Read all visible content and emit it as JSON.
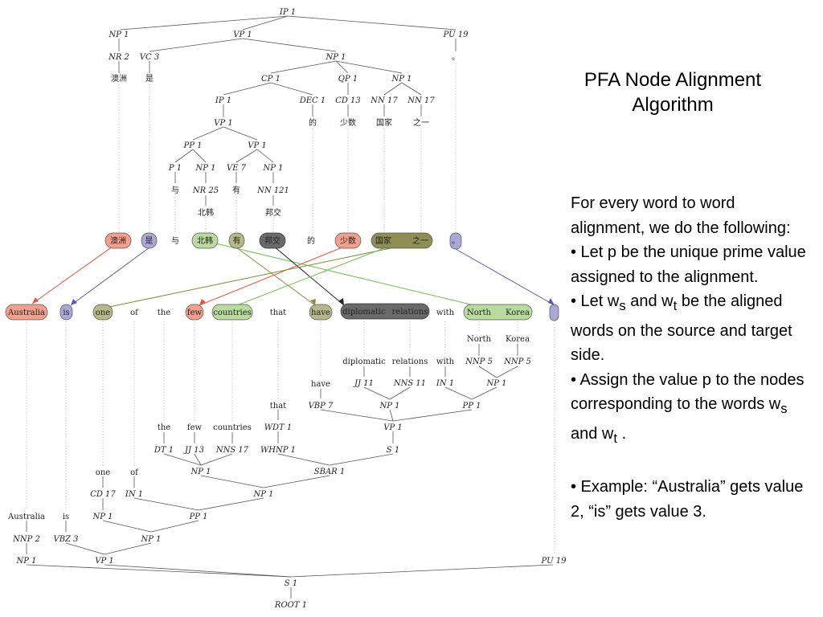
{
  "slide": {
    "title": "PFA Node Alignment Algorithm",
    "intro": "For every word to word alignment, we do the following:",
    "bullet1": "• Let p be the unique prime value assigned to the alignment.",
    "bullet2_pre": "• Let w",
    "bullet2_s": "s",
    "bullet2_mid": " and w",
    "bullet2_t": "t",
    "bullet2_post": " be the aligned words on the source and target side.",
    "bullet3_pre": "• Assign the value p to the nodes corresponding to the words w",
    "bullet3_s": "s",
    "bullet3_mid": " and w",
    "bullet3_t": "t",
    "bullet3_post": " .",
    "example": "• Example: “Australia” gets value 2, “is” gets value 3."
  },
  "source_tree": {
    "labels": {
      "ip": "IP 1",
      "np_a": "NP 1",
      "vp_a": "VP 1",
      "pu19": "PU 19",
      "nr2": "NR 2",
      "vc3": "VC 3",
      "np_b": "NP 1",
      "cp": "CP 1",
      "qp": "QP 1",
      "np_c": "NP 1",
      "ip2": "IP 1",
      "dec": "DEC 1",
      "cd13": "CD 13",
      "nn17a": "NN 17",
      "nn17b": "NN 17",
      "vp_b": "VP 1",
      "pp": "PP 1",
      "vp_c": "VP 1",
      "p": "P 1",
      "np_d": "NP 1",
      "ve7": "VE 7",
      "np_e": "NP 1",
      "nr25": "NR 25",
      "nn121": "NN 121"
    },
    "words": {
      "aozhou": "澳洲",
      "shi": "是",
      "yu": "与",
      "beihan": "北韩",
      "you": "有",
      "bangjiao": "邦交",
      "de": "的",
      "shaoshu": "少数",
      "guojia": "国家",
      "zhiyi": "之一",
      "period": "。"
    }
  },
  "target_words": {
    "australia": "Australia",
    "is": "is",
    "one": "one",
    "of": "of",
    "the": "the",
    "few": "few",
    "countries": "countries",
    "that": "that",
    "have": "have",
    "diplomatic": "diplomatic",
    "relations": "relations",
    "with": "with",
    "north": "North",
    "korea": "Korea"
  },
  "target_tree": {
    "labels": {
      "nnp5a": "NNP 5",
      "nnp5b": "NNP 5",
      "jj11": "JJ 11",
      "nns11": "NNS 11",
      "in1a": "IN 1",
      "np_k": "NP 1",
      "vbp7": "VBP 7",
      "np_dr": "NP 1",
      "pp_w": "PP 1",
      "wdt1": "WDT 1",
      "vp_t": "VP 1",
      "dt1": "DT 1",
      "jj13": "JJ 13",
      "nns17": "NNS 17",
      "whnp": "WHNP 1",
      "s_t": "S 1",
      "cd17": "CD 17",
      "in1b": "IN 1",
      "np_f": "NP 1",
      "sbar": "SBAR 1",
      "np_o": "NP 1",
      "np_one": "NP 1",
      "pp_of": "PP 1",
      "nnp2": "NNP 2",
      "vbz3": "VBZ 3",
      "np_top": "NP 1",
      "np_au": "NP 1",
      "vp_is": "VP 1",
      "pu19": "PU 19",
      "s1": "S 1",
      "root": "ROOT 1"
    }
  },
  "colors": {
    "pink_fill": "#f0a08c",
    "pink_line": "#e8553a",
    "blue_fill": "#a9a9d8",
    "blue_line": "#5a5aa8",
    "olive_fill": "#b7b889",
    "olive_line": "#8c8c46",
    "green_fill": "#b9dba0",
    "green_line": "#6fbf56",
    "dark_fill": "#6a6a6a",
    "dark_line": "#3a3a3a",
    "brown_fill": "#8e8e55",
    "brown_line": "#7a8a3a"
  }
}
